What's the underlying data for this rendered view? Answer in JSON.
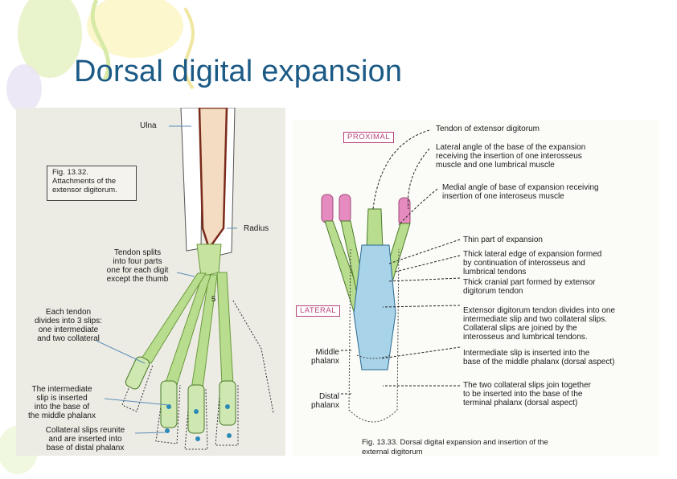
{
  "slide": {
    "title": "Dorsal digital  expansion"
  },
  "colors": {
    "title": "#1c5a86",
    "tendon_green": "#a9d37a",
    "expansion_blue": "#a8d3e8",
    "muscle_pink": "#e58bbf",
    "bone_brown": "#7a2a1a"
  },
  "left_figure": {
    "fig_box": "Fig. 13.32.\nAttachments of the\nextensor digitorum.",
    "labels": {
      "ulna": "Ulna",
      "radius": "Radius",
      "tendon_splits": "Tendon splits\ninto four parts\none for each digit\nexcept the thumb",
      "three_slips": "Each tendon\ndivides into 3 slips:\none intermediate\nand two collateral",
      "intermediate_slip": "The intermediate\nslip is inserted\ninto the base of\nthe middle phalanx",
      "collateral_slips": "Collateral slips reunite\nand are inserted into\nbase of distal phalanx",
      "digit_number": "5"
    }
  },
  "right_figure": {
    "tags": {
      "proximal": "PROXIMAL",
      "lateral": "LATERAL"
    },
    "labels": {
      "tendon_extensor": "Tendon of extensor digitorum",
      "lateral_angle": "Lateral angle of the base of the expansion\nreceiving the insertion of one interosseus\nmuscle and one lumbrical muscle",
      "medial_angle": "Medial angle of base of expansion receiving\ninsertion of one interoseus muscle",
      "thin_part": "Thin part of expansion",
      "thick_lateral": "Thick lateral edge of expansion formed\nby continuation of interosseus and\nlumbrical tendons",
      "thick_cranial": "Thick cranial part formed by extensor\ndigitorum tendon",
      "tendon_divides": "Extensor digitorum tendon divides into one\nintermediate slip and two collateral slips.\nCollateral slips are joined by the\ninterosseus and lumbrical tendons.",
      "intermediate_inserted": "Intermediate slip is inserted into the\nbase of the middle phalanx (dorsal aspect)",
      "collateral_join": "The two collateral slips join together\nto be inserted into the base of the\nterminal phalanx (dorsal aspect)",
      "middle_phalanx": "Middle\nphalanx",
      "distal_phalanx": "Distal\nphalanx"
    },
    "caption": "Fig. 13.33. Dorsal digital expansion and insertion of the\nexternal digitorum"
  }
}
